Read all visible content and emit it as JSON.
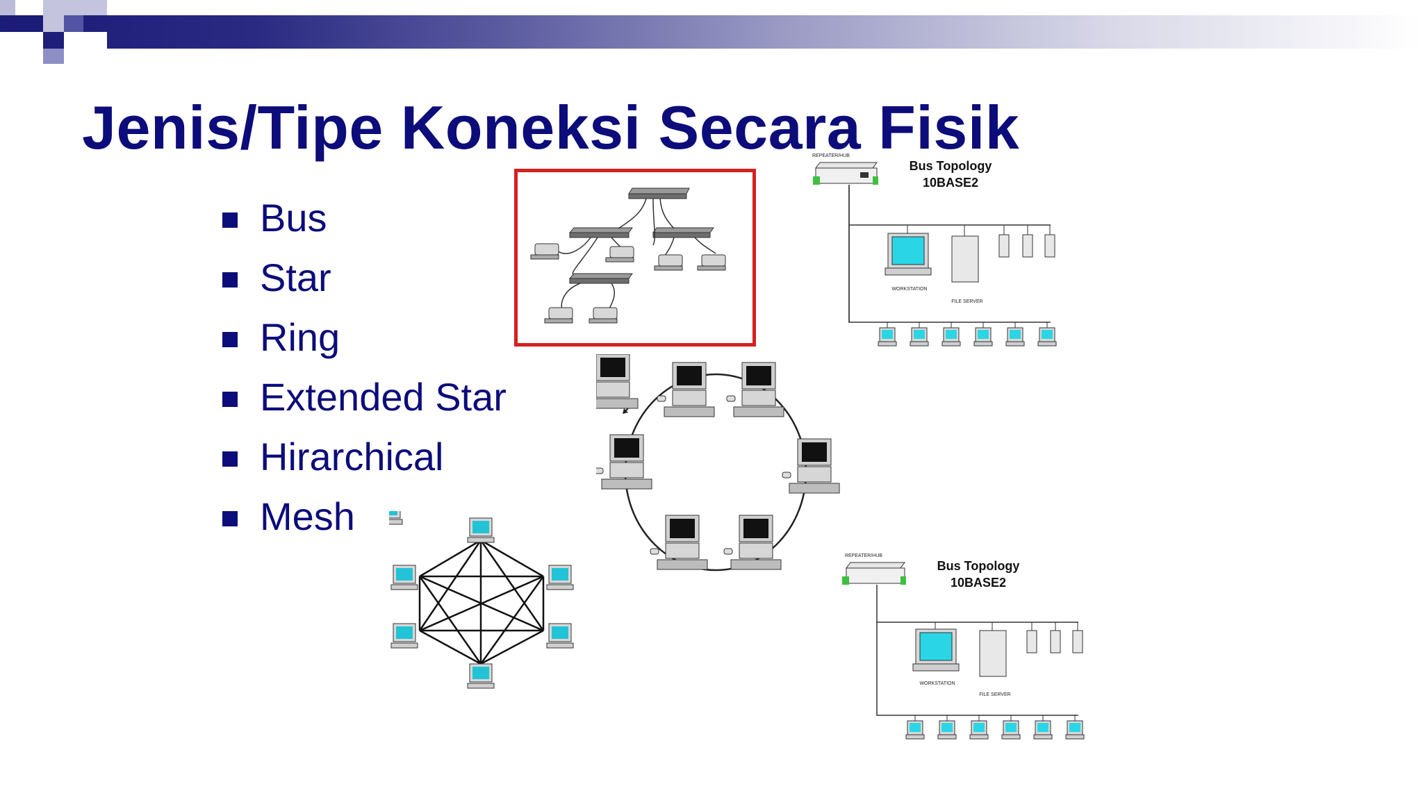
{
  "slide": {
    "title": "Jenis/Tipe Koneksi Secara Fisik",
    "bullets": [
      "Bus",
      "Star",
      "Ring",
      "Extended Star",
      "Hirarchical",
      "Mesh"
    ]
  },
  "bus_figure_top": {
    "title_line1": "Bus Topology",
    "title_line2": "10BASE2",
    "hub_label": "REPEATER/HUB",
    "workstation_label": "WORKSTATION",
    "server_label": "FILE SERVER"
  },
  "bus_figure_bottom": {
    "title_line1": "Bus Topology",
    "title_line2": "10BASE2",
    "hub_label": "REPEATER/HUB",
    "workstation_label": "WORKSTATION",
    "server_label": "FILE SERVER"
  },
  "colors": {
    "title_blue": "#0c0c7a",
    "highlight_red": "#d42020",
    "screen_cyan": "#22c3d6"
  },
  "icons": [
    "device-icon",
    "computer-icon",
    "workstation-icon",
    "server-icon",
    "hub-icon"
  ]
}
